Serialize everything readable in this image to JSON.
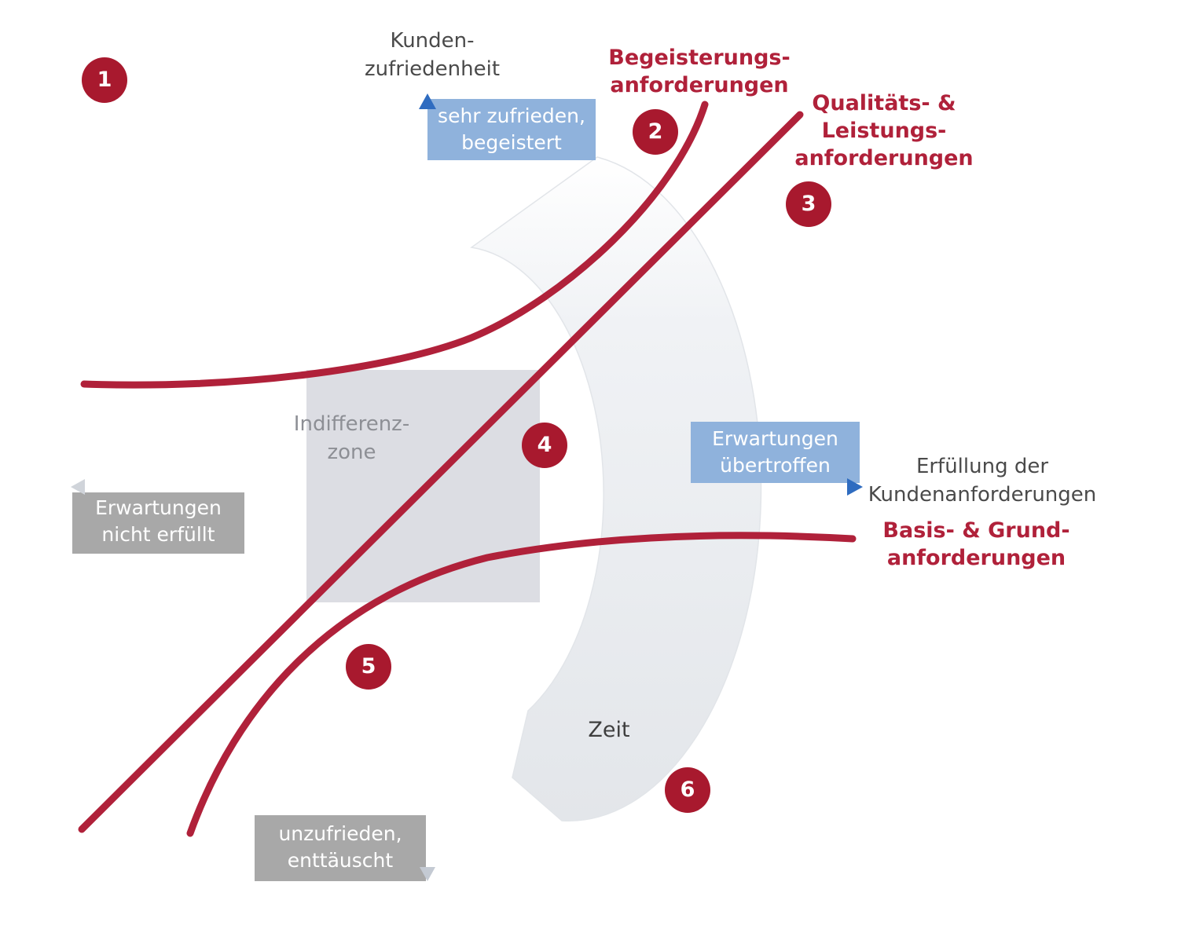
{
  "axes": {
    "y_title": [
      "Kunden-",
      "zufriedenheit"
    ],
    "x_title": [
      "Erfüllung der",
      "Kundenanforderungen"
    ]
  },
  "axis_boxes": {
    "top": [
      "sehr zufrieden,",
      "begeistert"
    ],
    "right": [
      "Erwartungen",
      "übertroffen"
    ],
    "left": [
      "Erwartungen",
      "nicht erfüllt"
    ],
    "bottom": [
      "unzufrieden,",
      "enttäuscht"
    ]
  },
  "zone": [
    "Indifferenz-",
    "zone"
  ],
  "time": "Zeit",
  "curves": {
    "excitement": [
      "Begeisterungs-",
      "anforderungen"
    ],
    "performance": [
      "Qualitäts- &",
      "Leistungs-",
      "anforderungen"
    ],
    "basic": [
      "Basis- & Grund-",
      "anforderungen"
    ]
  },
  "badges": [
    "1",
    "2",
    "3",
    "4",
    "5",
    "6"
  ],
  "colors": {
    "curve": "#b0213a",
    "badge": "#a8192e",
    "axis_positive": "#3a78c9",
    "axis_negative": "#b9bfc9",
    "box_positive": "#8fb2dc",
    "box_negative": "#a8a8a8",
    "zone": "#dcdde3",
    "time_arrow": "#eceef1"
  }
}
